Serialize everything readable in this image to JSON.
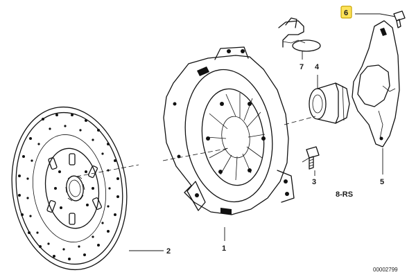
{
  "callouts": [
    {
      "id": "1",
      "label": "1"
    },
    {
      "id": "2",
      "label": "2"
    },
    {
      "id": "3",
      "label": "3"
    },
    {
      "id": "4",
      "label": "4"
    },
    {
      "id": "5",
      "label": "5"
    },
    {
      "id": "6",
      "label": "6",
      "highlighted": true
    },
    {
      "id": "7",
      "label": "7"
    }
  ],
  "model_label": "8-RS",
  "drawing_number": "00002799",
  "colors": {
    "highlight": "#fde35a",
    "ink": "#111111"
  }
}
